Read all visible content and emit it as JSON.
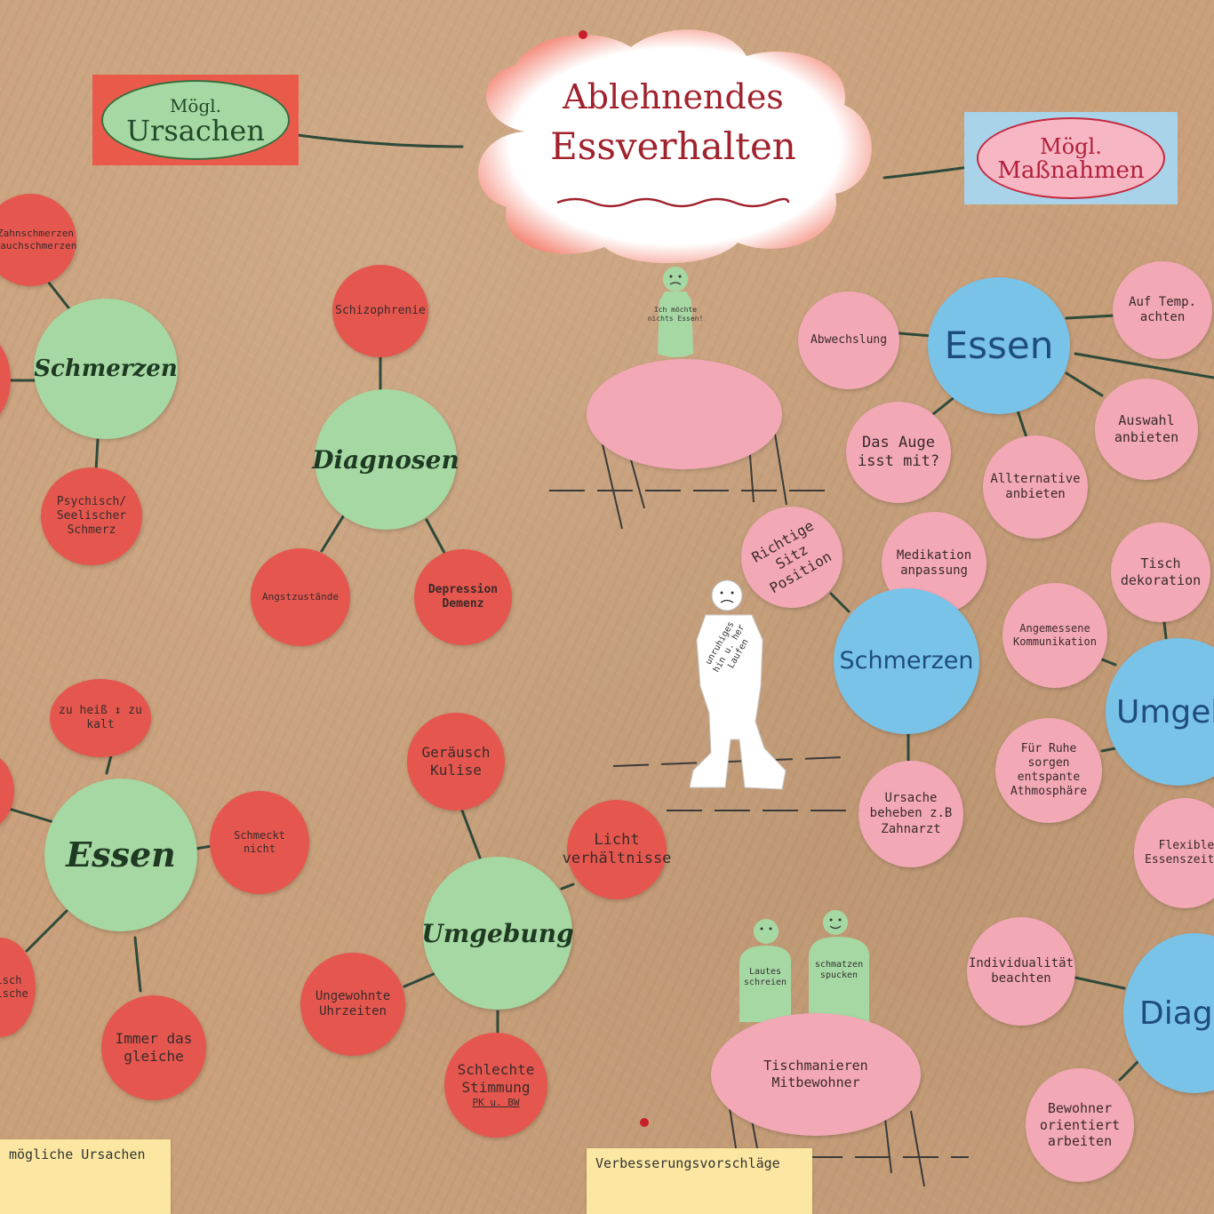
{
  "center": {
    "line1": "Ablehnendes",
    "line2": "Essverhalten"
  },
  "ursachen": {
    "line1": "Mögl.",
    "line2": "Ursachen"
  },
  "massnahmen": {
    "line1": "Mögl.",
    "line2": "Maßnahmen"
  },
  "left": {
    "schmerzen": {
      "hub": "Schmerzen",
      "zahn": "Zahnschmerzen Bauchschmerzen",
      "psych": "Psychisch/ Seelischer Schmerz"
    },
    "diagnosen": {
      "hub": "Diagnosen",
      "schizo": "Schizophrenie",
      "angst": "Angstzustände",
      "depr": "Depression Demenz"
    },
    "essen": {
      "hub": "Essen",
      "heiss": "zu heiß ↕ zu kalt",
      "schmeckt": "Schmeckt nicht",
      "gleich": "Immer das gleiche",
      "misch": "isch mische"
    },
    "umgebung": {
      "hub": "Umgebung",
      "geraeusch": "Geräusch Kulise",
      "licht": "Licht verhältnisse",
      "uhrzeiten": "Ungewohnte Uhrzeiten",
      "stimmung": "Schlechte Stimmung",
      "stimmung_sub": "PK u. BW"
    }
  },
  "right": {
    "essen": {
      "hub": "Essen",
      "abw": "Abwechslung",
      "temp": "Auf Temp. achten",
      "auge": "Das Auge isst mit?",
      "alt": "Allternative anbieten",
      "auswahl": "Auswahl anbieten"
    },
    "schmerzen": {
      "hub": "Schmerzen",
      "pos": "Richtige Sitz Position",
      "med": "Medikation anpassung",
      "ursache": "Ursache beheben z.B Zahnarzt"
    },
    "umgebung": {
      "hub": "Umgebu",
      "tisch": "Tisch dekoration",
      "komm": "Angemessene Kommunikation",
      "ruhe": "Für Ruhe sorgen entspante Athmosphäre",
      "flex": "Flexible Essenszeiten"
    },
    "diag": {
      "hub": "Diagn",
      "indiv": "Individualität beachten",
      "bew": "Bewohner orientiert arbeiten"
    }
  },
  "figures": {
    "top_speech": "Ich möchte nichts Essen!",
    "walker": "unruhiges hin u. her Laufen",
    "laut": "Lautes schreien",
    "spuck": "schmatzen spucken",
    "table_bottom": "Tischmanieren Mitbewohner"
  },
  "notes": {
    "left": "mögliche Ursachen",
    "mid": "Verbesserungsvorschläge"
  },
  "colors": {
    "red": "#e5574e",
    "pink": "#f3a8b6",
    "green": "#a6d8a3",
    "blue": "#79c3e9",
    "paper": "#c9a07a"
  }
}
